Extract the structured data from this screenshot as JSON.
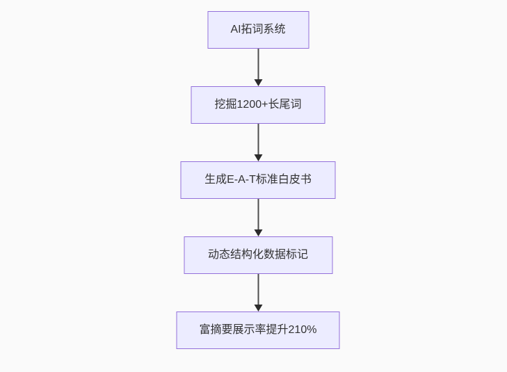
{
  "diagram": {
    "type": "flowchart",
    "direction": "top-down",
    "colors": {
      "background": "#fafafa",
      "node_fill": "#ececff",
      "node_border": "#9370db",
      "node_text": "#333333",
      "arrow": "#333333"
    },
    "nodes": [
      {
        "label": "AI拓词系统"
      },
      {
        "label": "挖掘1200+长尾词"
      },
      {
        "label": "生成E-A-T标准白皮书"
      },
      {
        "label": "动态结构化数据标记"
      },
      {
        "label": "富摘要展示率提升210%"
      }
    ],
    "edges": [
      {
        "from": 0,
        "to": 1
      },
      {
        "from": 1,
        "to": 2
      },
      {
        "from": 2,
        "to": 3
      },
      {
        "from": 3,
        "to": 4
      }
    ]
  }
}
